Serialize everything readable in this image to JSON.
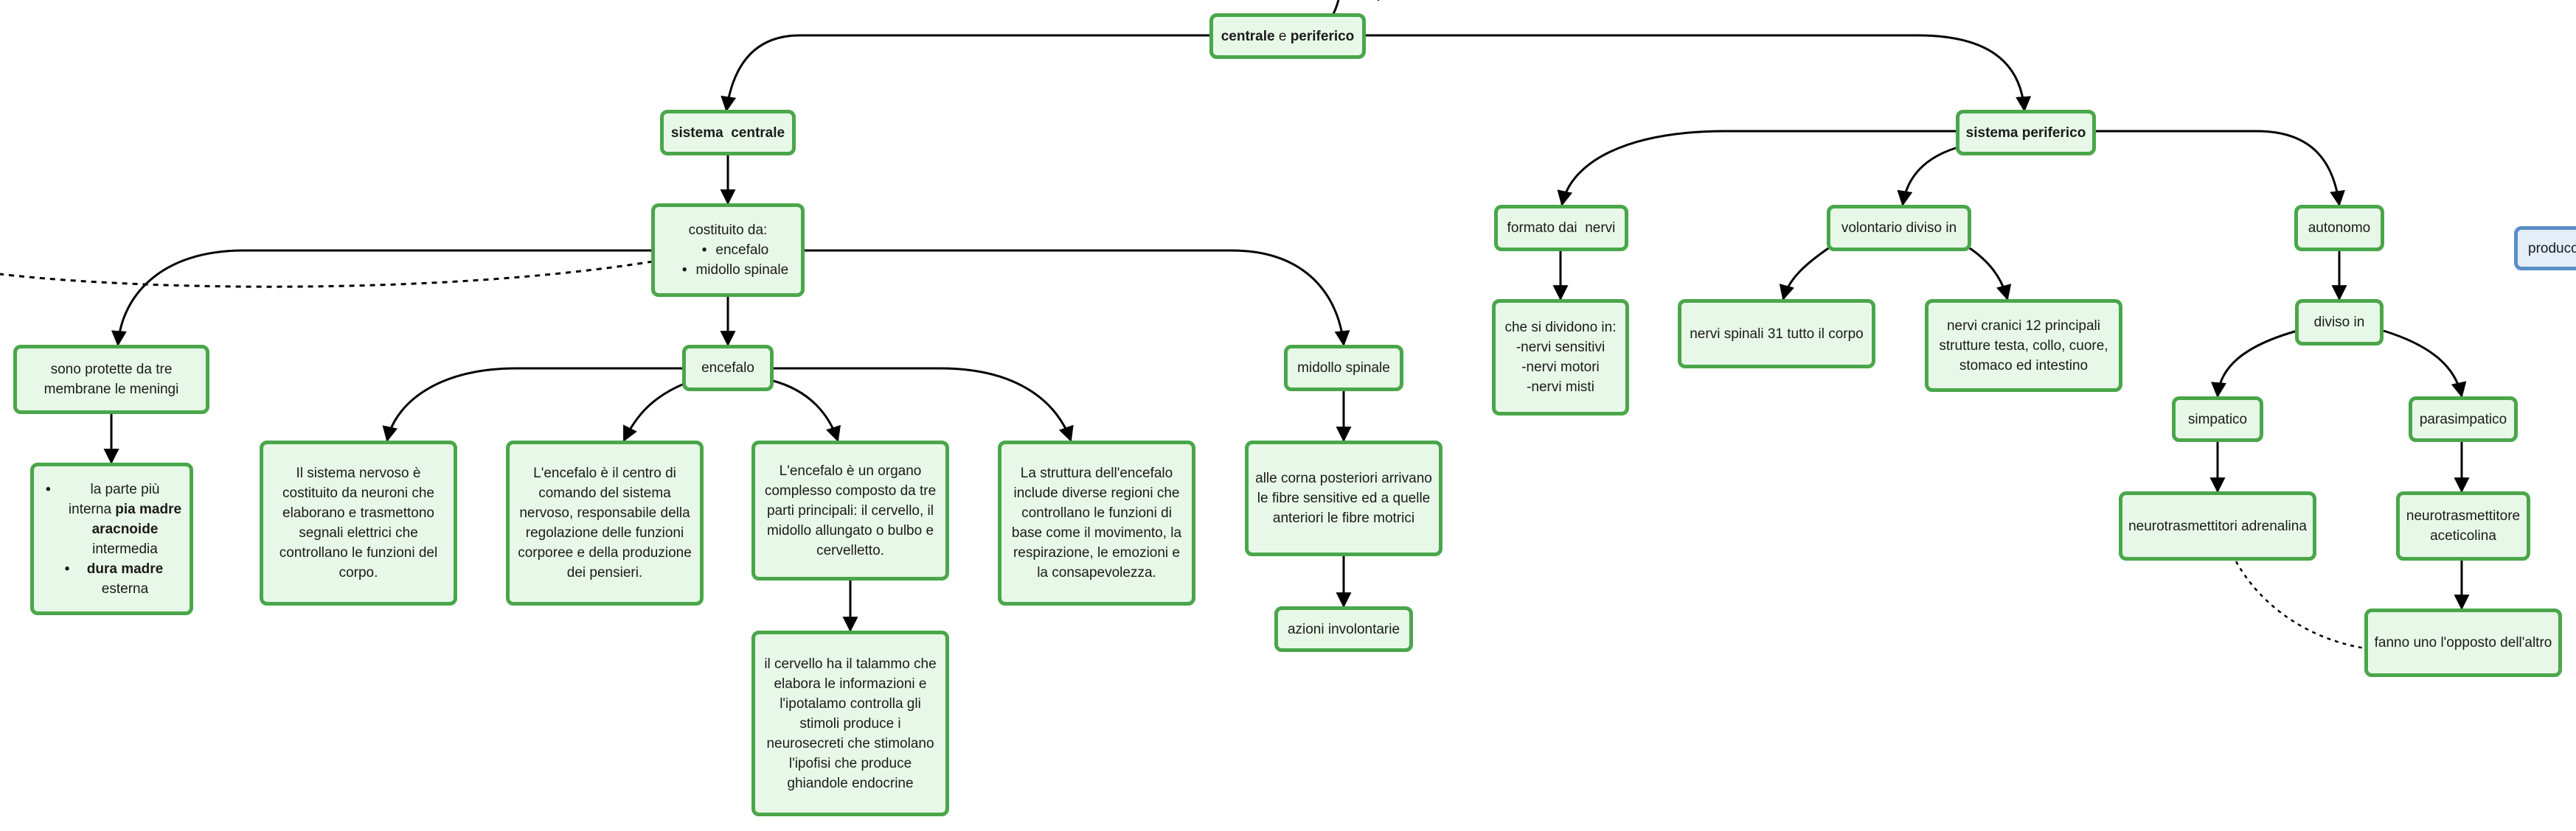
{
  "colors": {
    "node_fill": "#e8f8e8",
    "node_border": "#4aa64a",
    "link": "#000000",
    "partial_node_fill": "#e3eef9",
    "partial_node_border": "#5b8fc7"
  },
  "nodes": {
    "root": {
      "pre": "centrale",
      "mid": " e ",
      "post": "periferico"
    },
    "sistema_centrale": "sistema  centrale",
    "sistema_periferico": "sistema periferico",
    "costituito": {
      "title": "costituito da:",
      "items": [
        "encefalo",
        "midollo spinale"
      ]
    },
    "meningi": "sono protette da tre membrane le meningi",
    "membrane": {
      "pia_pre": "la parte più interna ",
      "pia_bold": "pia madre",
      "aracnoide_bold": "aracnoide",
      "aracnoide_post": "intermedia",
      "dura_bold": "dura madre",
      "dura_post": "esterna"
    },
    "encefalo": "encefalo",
    "sistema_nervoso": "Il sistema nervoso è costituito da neuroni che elaborano e trasmettono segnali elettrici che controllano le funzioni del corpo.",
    "centro_comando": "L'encefalo è il centro di comando del sistema nervoso, responsabile della regolazione delle funzioni corporee e della produzione dei pensieri.",
    "organo_complesso": "L'encefalo è un organo complesso composto da tre parti principali: il cervello, il midollo allungato o bulbo e cervelletto.",
    "talamo": "il cervello ha il talammo che elabora le informazioni e l'ipotalamo controlla gli stimoli produce i neurosecreti che stimolano l'ipofisi che produce ghiandole endocrine",
    "struttura": "La struttura dell'encefalo include diverse regioni che controllano le funzioni di base come il movimento, la respirazione, le emozioni e la consapevolezza.",
    "midollo_spinale": "midollo spinale",
    "corna": "alle corna posteriori arrivano le fibre sensitive ed a quelle anteriori le fibre motrici",
    "azioni": "azioni involontarie",
    "formato_nervi": "formato dai  nervi",
    "si_dividono": {
      "title": "che si dividono in:",
      "items": [
        "-nervi sensitivi",
        "-nervi motori",
        "-nervi misti"
      ]
    },
    "volontario": "volontario diviso in",
    "nervi_spinali": "nervi spinali 31 tutto il corpo",
    "nervi_cranici": "nervi cranici 12 principali strutture testa, collo, cuore, stomaco ed intestino",
    "autonomo": "autonomo",
    "diviso_in": "diviso in",
    "simpatico": "simpatico",
    "parasimpatico": "parasimpatico",
    "adrenalina": "neurotrasmettitori adrenalina",
    "aceticolina": "neurotrasmettitore aceticolina",
    "opposto": "fanno uno l'opposto dell'altro",
    "produco": "produco"
  }
}
